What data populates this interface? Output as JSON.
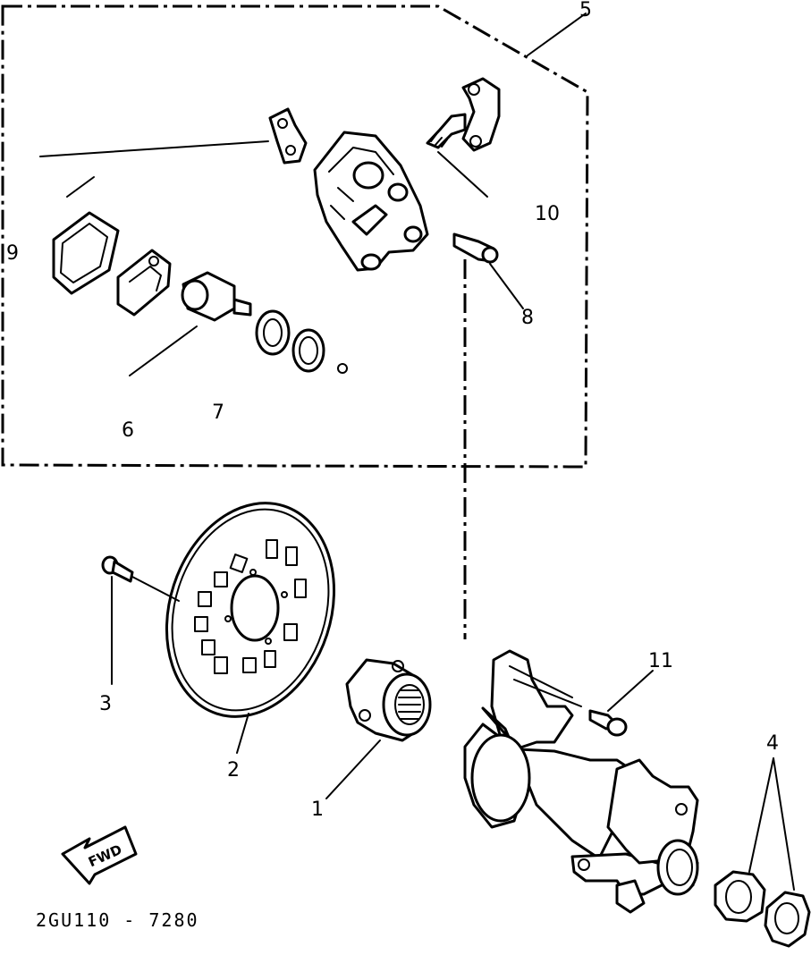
{
  "part_labels": {
    "p1": "1",
    "p2": "2",
    "p3": "3",
    "p4": "4",
    "p5": "5",
    "p6": "6",
    "p7": "7",
    "p8": "8",
    "p9": "9",
    "p10": "10",
    "p11": "11"
  },
  "direction_marker": "FWD",
  "diagram_code": "2GU110 - 7280"
}
